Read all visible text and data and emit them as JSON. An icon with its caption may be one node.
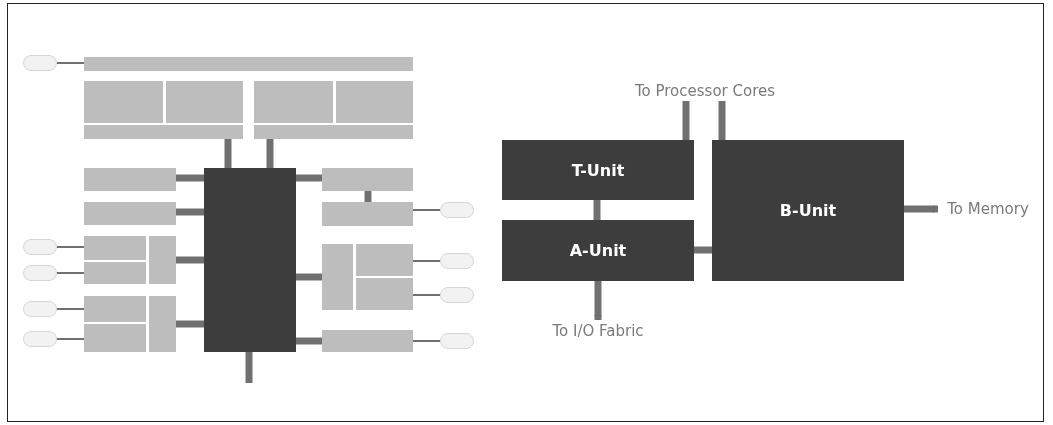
{
  "diagram": {
    "nodes": [
      {
        "text": [],
        "shape": "box"
      },
      {
        "text": [],
        "shape": "box"
      },
      {
        "text": [],
        "shape": "box"
      },
      {
        "text": [],
        "shape": "box"
      },
      {
        "text": [],
        "shape": "box"
      },
      {
        "text": [],
        "shape": "box"
      },
      {
        "text": [],
        "shape": "box"
      },
      {
        "text": [],
        "shape": "box"
      },
      {
        "text": [],
        "shape": "box"
      },
      {
        "text": [],
        "shape": "box"
      },
      {
        "text": [],
        "shape": "box"
      },
      {
        "text": [],
        "shape": "box"
      },
      {
        "text": [],
        "shape": "box"
      },
      {
        "text": [],
        "shape": "box"
      },
      {
        "text": [],
        "shape": "box"
      },
      {
        "text": [],
        "shape": "box"
      },
      {
        "text": [],
        "shape": "box"
      },
      {
        "text": [],
        "shape": "box"
      },
      {
        "text": [],
        "shape": "box"
      },
      {
        "text": [],
        "shape": "box"
      },
      {
        "text": [],
        "shape": "box"
      },
      {
        "text": [],
        "shape": "box"
      },
      {
        "text": [],
        "shape": "pill"
      },
      {
        "text": [],
        "shape": "pill"
      },
      {
        "text": [],
        "shape": "pill"
      },
      {
        "text": [],
        "shape": "pill"
      },
      {
        "text": [],
        "shape": "pill"
      },
      {
        "text": [],
        "shape": "pill"
      },
      {
        "text": [],
        "shape": "pill"
      },
      {
        "text": [],
        "shape": "pill"
      },
      {
        "text": [],
        "shape": "pill"
      },
      {
        "text": [
          "T-Unit"
        ]
      },
      {
        "text": [
          "A-Unit"
        ]
      },
      {
        "text": [
          "B-Unit"
        ]
      },
      {
        "text": [
          "To Processor Cores"
        ]
      },
      {
        "text": [
          "To Memory"
        ]
      },
      {
        "text": [
          "To I/O Fabric"
        ]
      }
    ],
    "edges": [
      {
        "from": 22,
        "to": 0,
        "arrow": "none"
      },
      {
        "from": 5,
        "to": 7,
        "arrow": "none"
      },
      {
        "from": 6,
        "to": 7,
        "arrow": "none"
      },
      {
        "from": 8,
        "to": 7,
        "arrow": "none"
      },
      {
        "from": 9,
        "to": 7,
        "arrow": "none"
      },
      {
        "from": 12,
        "to": 7,
        "arrow": "none"
      },
      {
        "from": 15,
        "to": 7,
        "arrow": "none"
      },
      {
        "from": 7,
        "to": 16,
        "arrow": "none"
      },
      {
        "from": 7,
        "to": 18,
        "arrow": "none"
      },
      {
        "from": 7,
        "to": 21,
        "arrow": "none"
      },
      {
        "from": 7,
        "to": null,
        "arrow": "none"
      },
      {
        "from": 16,
        "to": 17,
        "arrow": "none"
      },
      {
        "from": 23,
        "to": 10,
        "arrow": "none"
      },
      {
        "from": 24,
        "to": 11,
        "arrow": "none"
      },
      {
        "from": 25,
        "to": 13,
        "arrow": "none"
      },
      {
        "from": 26,
        "to": 14,
        "arrow": "none"
      },
      {
        "from": 17,
        "to": 27,
        "arrow": "none"
      },
      {
        "from": 19,
        "to": 28,
        "arrow": "none"
      },
      {
        "from": 20,
        "to": 29,
        "arrow": "none"
      },
      {
        "from": 21,
        "to": 30,
        "arrow": "none"
      },
      {
        "from": 31,
        "to": 34,
        "arrow": "none"
      },
      {
        "from": 33,
        "to": 34,
        "arrow": "none"
      },
      {
        "from": 31,
        "to": 32,
        "arrow": "none"
      },
      {
        "from": 32,
        "to": 33,
        "arrow": "none"
      },
      {
        "from": 33,
        "to": 35,
        "arrow": "to"
      },
      {
        "from": 32,
        "to": 36,
        "arrow": "to"
      }
    ]
  }
}
